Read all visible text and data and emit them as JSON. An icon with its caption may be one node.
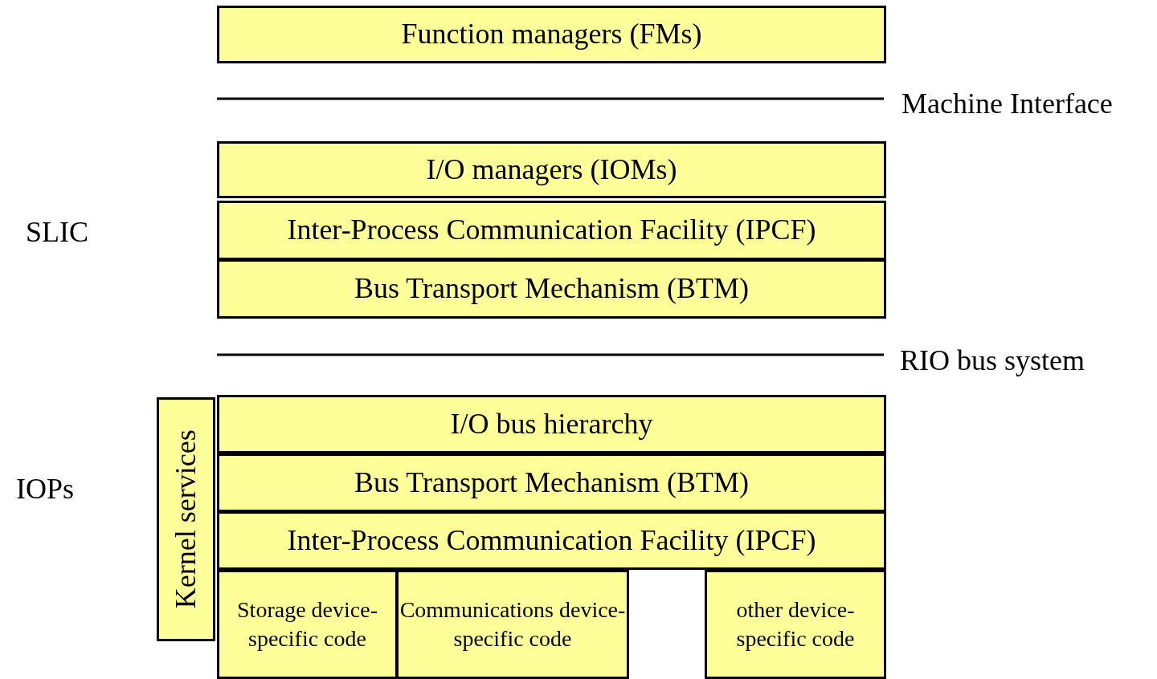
{
  "diagram": {
    "nodes": [
      {
        "text": [
          "Function managers (FMs)"
        ]
      },
      {
        "text": [
          "I/O managers (IOMs)"
        ]
      },
      {
        "text": [
          "Inter-Process Communication Facility (IPCF)"
        ]
      },
      {
        "text": [
          "Bus Transport Mechanism (BTM)"
        ]
      },
      {
        "text": [
          "Kernel services"
        ]
      },
      {
        "text": [
          "I/O bus hierarchy"
        ]
      },
      {
        "text": [
          "Bus Transport Mechanism (BTM)"
        ]
      },
      {
        "text": [
          "Inter-Process Communication Facility (IPCF)"
        ]
      },
      {
        "text": [
          "Storage device-specific code"
        ]
      },
      {
        "text": [
          "Communications device-specific code"
        ]
      },
      {
        "text": [
          "other device-specific code"
        ]
      }
    ],
    "labels": [
      "Machine Interface",
      "SLIC",
      "RIO bus system",
      "IOPs"
    ]
  }
}
